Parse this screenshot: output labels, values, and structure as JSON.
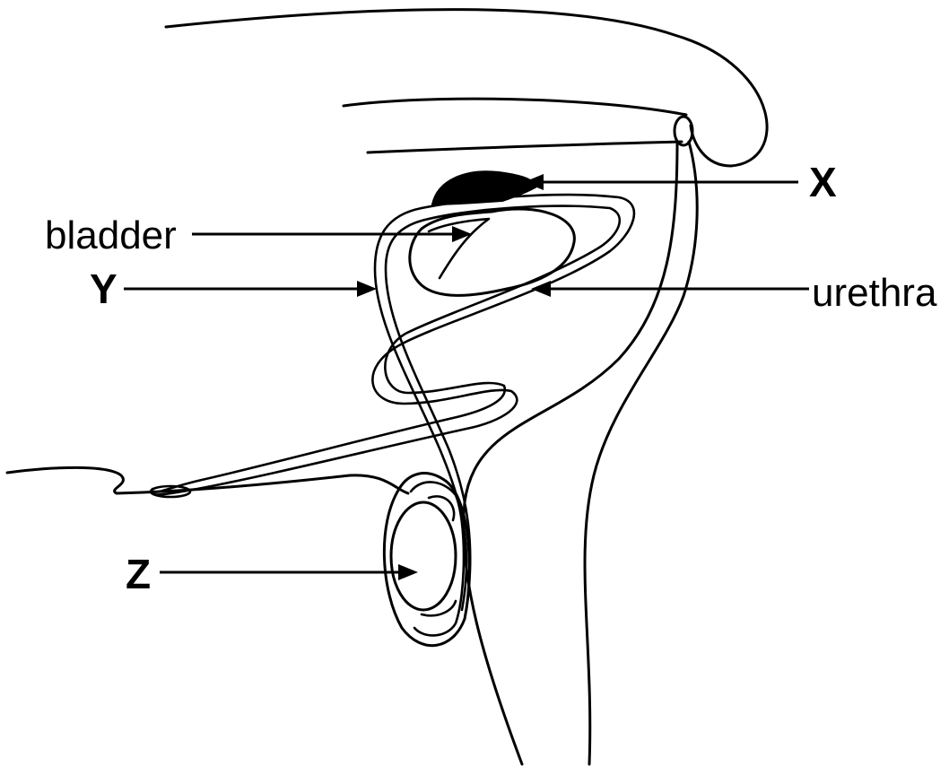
{
  "diagram": {
    "labels": {
      "x": "X",
      "bladder": "bladder",
      "y": "Y",
      "urethra": "urethra",
      "z": "Z"
    },
    "colors": {
      "line": "#000000",
      "background": "#ffffff",
      "fill_x": "#000000"
    }
  }
}
